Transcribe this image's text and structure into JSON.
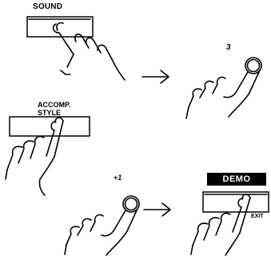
{
  "buttons": {
    "sound_label": "SOUND",
    "accomp_style_label": "ACCOMP. STYLE",
    "demo_label": "DEMO",
    "exit_label": "EXIT"
  },
  "steps": {
    "step_number": "3",
    "increment": "+1"
  },
  "icons": [
    "pointing-hand-icon",
    "right-arrow-icon"
  ]
}
